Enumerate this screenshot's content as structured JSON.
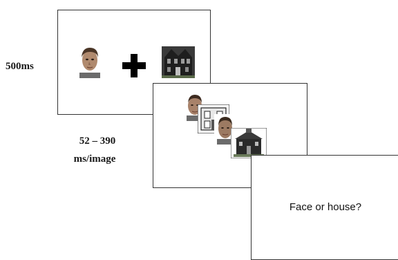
{
  "labels": {
    "fixation_duration": "500ms",
    "rate_range": "52 – 390",
    "rate_unit": "ms/image"
  },
  "screens": [
    {
      "name": "fixation-screen",
      "items": [
        "face-icon",
        "plus-icon",
        "house-icon"
      ]
    },
    {
      "name": "rsvp-stream-screen",
      "items": [
        "face-icon",
        "house-icon",
        "face-icon",
        "house-icon"
      ]
    },
    {
      "name": "response-screen",
      "text": "Face or house?"
    }
  ]
}
